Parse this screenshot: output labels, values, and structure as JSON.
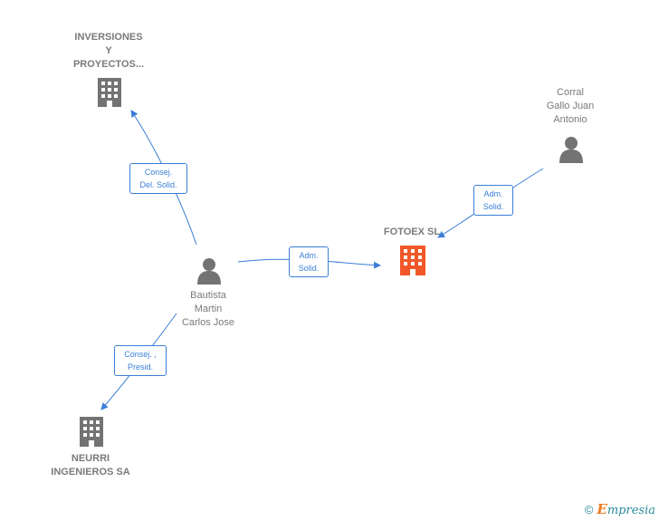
{
  "nodes": {
    "inversiones": {
      "label_line1": "INVERSIONES",
      "label_line2": "Y",
      "label_line3": "PROYECTOS..."
    },
    "corral": {
      "label_line1": "Corral",
      "label_line2": "Gallo Juan",
      "label_line3": "Antonio"
    },
    "fotoex": {
      "label": "FOTOEX SL"
    },
    "bautista": {
      "label_line1": "Bautista",
      "label_line2": "Martin",
      "label_line3": "Carlos Jose"
    },
    "neurri": {
      "label_line1": "NEURRI",
      "label_line2": "INGENIEROS SA"
    }
  },
  "edges": {
    "bautista_inversiones": {
      "label": "Consej.\nDel. Solid."
    },
    "bautista_fotoex": {
      "label": "Adm.\nSolid."
    },
    "corral_fotoex": {
      "label": "Adm.\nSolid."
    },
    "bautista_neurri": {
      "label": "Consej. ,\nPresid."
    }
  },
  "footer": {
    "copyright_symbol": "©",
    "brand_initial": "E",
    "brand_rest": "mpresia"
  },
  "colors": {
    "edge": "#3a7fd5",
    "node_gray": "#737373",
    "main_company": "#f0582a"
  },
  "icons": {
    "company": "building-icon",
    "person": "person-icon"
  }
}
